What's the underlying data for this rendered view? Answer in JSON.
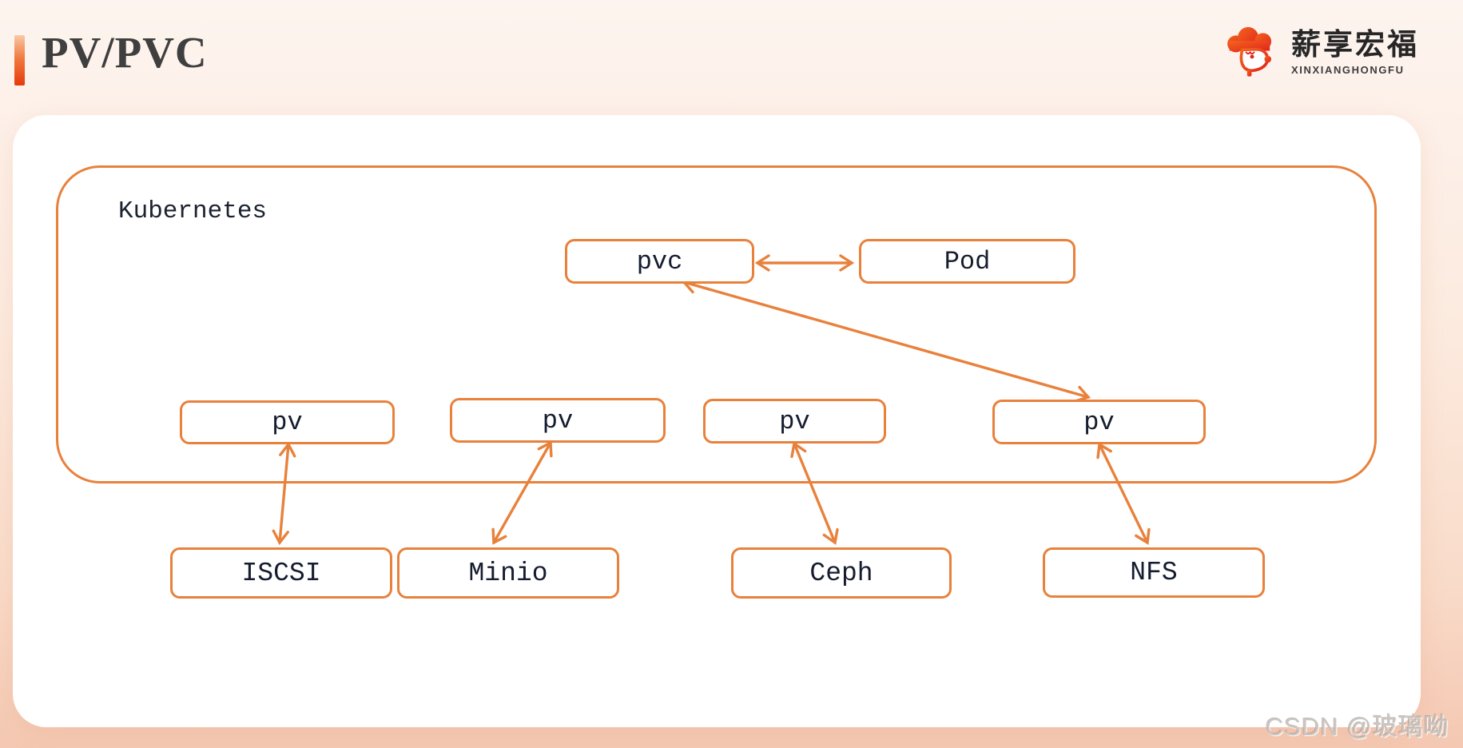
{
  "header": {
    "title": "PV/PVC",
    "brand": {
      "name_cn": "薪享宏福",
      "name_en": "XINXIANGHONGFU"
    }
  },
  "diagram": {
    "container_label": "Kubernetes",
    "nodes": {
      "pvc": {
        "label": "pvc"
      },
      "pod": {
        "label": "Pod"
      },
      "pv1": {
        "label": "pv"
      },
      "pv2": {
        "label": "pv"
      },
      "pv3": {
        "label": "pv"
      },
      "pv4": {
        "label": "pv"
      },
      "iscsi": {
        "label": "ISCSI"
      },
      "minio": {
        "label": "Minio"
      },
      "ceph": {
        "label": "Ceph"
      },
      "nfs": {
        "label": "NFS"
      }
    },
    "edges": [
      {
        "from": "pvc",
        "to": "pod",
        "type": "bidirectional"
      },
      {
        "from": "pvc",
        "to": "pv4",
        "type": "bidirectional"
      },
      {
        "from": "pv1",
        "to": "iscsi",
        "type": "bidirectional"
      },
      {
        "from": "pv2",
        "to": "minio",
        "type": "bidirectional"
      },
      {
        "from": "pv3",
        "to": "ceph",
        "type": "bidirectional"
      },
      {
        "from": "pv4",
        "to": "nfs",
        "type": "bidirectional"
      }
    ]
  },
  "watermark": "CSDN @玻璃呦",
  "colors": {
    "accent": "#E8813C",
    "brand_red": "#E8432A",
    "title_bar_top": "#F9C9A6",
    "title_bar_bottom": "#E63A0E",
    "title_text": "#3F3F3F",
    "node_text": "#141C2E",
    "watermark_text": "#CCC5C0"
  }
}
